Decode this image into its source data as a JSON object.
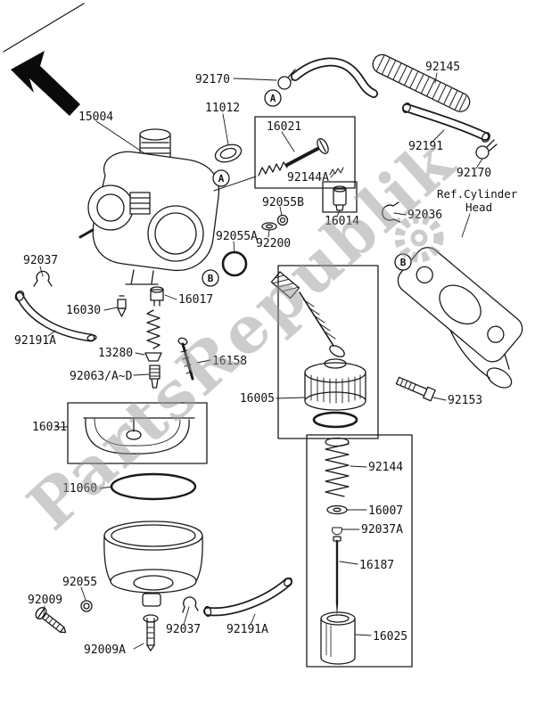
{
  "meta": {
    "background_color": "#ffffff",
    "line_color": "#1a1a1a",
    "watermark_color": "#9a9a9a"
  },
  "watermark": {
    "text": "PartsRepublik"
  },
  "ref_note": {
    "line1": "Ref.Cylinder",
    "line2": "Head"
  },
  "callouts": {
    "a1": "A",
    "a2": "A",
    "b1": "B",
    "b2": "B"
  },
  "labels": {
    "p92170_top": "92170",
    "p92145": "92145",
    "p15004": "15004",
    "p11012": "11012",
    "p16021": "16021",
    "p92191": "92191",
    "p92170_right": "92170",
    "p92144a": "92144A",
    "p92055b": "92055B",
    "p16014": "16014",
    "p92036": "92036",
    "p92055a": "92055A",
    "p92200": "92200",
    "p92037_left": "92037",
    "p16030": "16030",
    "p16017": "16017",
    "p92191a_left": "92191A",
    "p13280": "13280",
    "p16158": "16158",
    "p92063": "92063/A~D",
    "p16031": "16031",
    "p16005": "16005",
    "p11060": "11060",
    "p92153": "92153",
    "p92144": "92144",
    "p16007": "16007",
    "p92037a": "92037A",
    "p16187": "16187",
    "p16025": "16025",
    "p92055": "92055",
    "p92009": "92009",
    "p92037_bottom": "92037",
    "p92191a_bottom": "92191A",
    "p92009a": "92009A"
  }
}
